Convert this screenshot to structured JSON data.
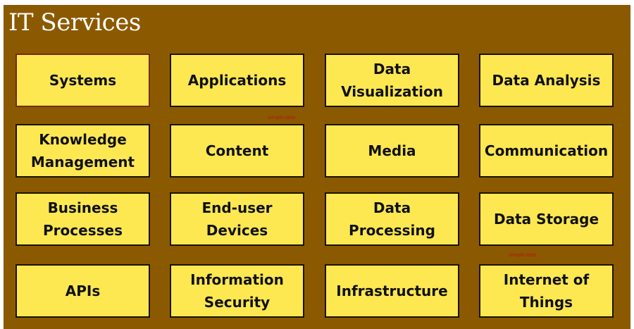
{
  "title": "IT Services",
  "watermark": "simplicable",
  "colors": {
    "background": "#8b5a00",
    "box": "#fde852",
    "title": "#ffffff"
  },
  "items": [
    "Systems",
    "Applications",
    "Data Visualization",
    "Data Analysis",
    "Knowledge Management",
    "Content",
    "Media",
    "Communication",
    "Business Processes",
    "End-user Devices",
    "Data Processing",
    "Data Storage",
    "APIs",
    "Information Security",
    "Infrastructure",
    "Internet of Things"
  ]
}
